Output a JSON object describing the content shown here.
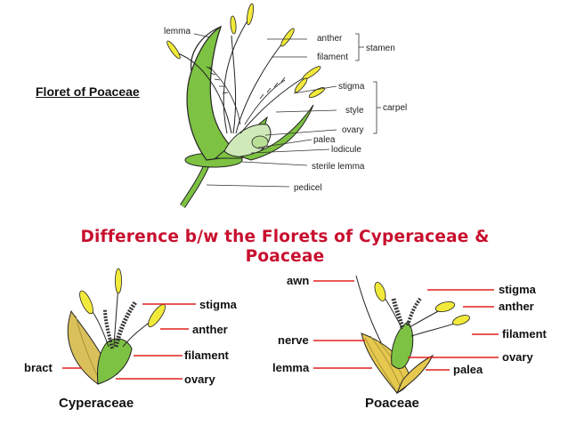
{
  "slide": {
    "top_heading": "Floret of Poaceae",
    "title_line1": "Difference b/w the Florets of Cyperaceae &",
    "title_line2": "Poaceae"
  },
  "top_diagram": {
    "labels": {
      "lemma": "lemma",
      "anther": "anther",
      "stamen": "stamen",
      "filament": "filament",
      "stigma": "stigma",
      "style": "style",
      "carpel": "carpel",
      "ovary": "ovary",
      "palea": "palea",
      "lodicule": "lodicule",
      "sterile_lemma": "sterile lemma",
      "pedicel": "pedicel"
    }
  },
  "cyperaceae_diagram": {
    "caption": "Cyperaceae",
    "labels": {
      "stigma": "stigma",
      "anther": "anther",
      "filament": "filament",
      "bract": "bract",
      "ovary": "ovary"
    }
  },
  "poaceae_diagram": {
    "caption": "Poaceae",
    "labels": {
      "awn": "awn",
      "nerve": "nerve",
      "lemma": "lemma",
      "stigma": "stigma",
      "anther": "anther",
      "filament": "filament",
      "ovary": "ovary",
      "palea": "palea"
    }
  },
  "colors": {
    "title": "#c8102e",
    "label_line": "#e0201f",
    "leaf_green": "#7dc242",
    "light_green": "#cfe9b8",
    "anther_yellow": "#f2ea3a",
    "bract_tan": "#d9c05a"
  }
}
